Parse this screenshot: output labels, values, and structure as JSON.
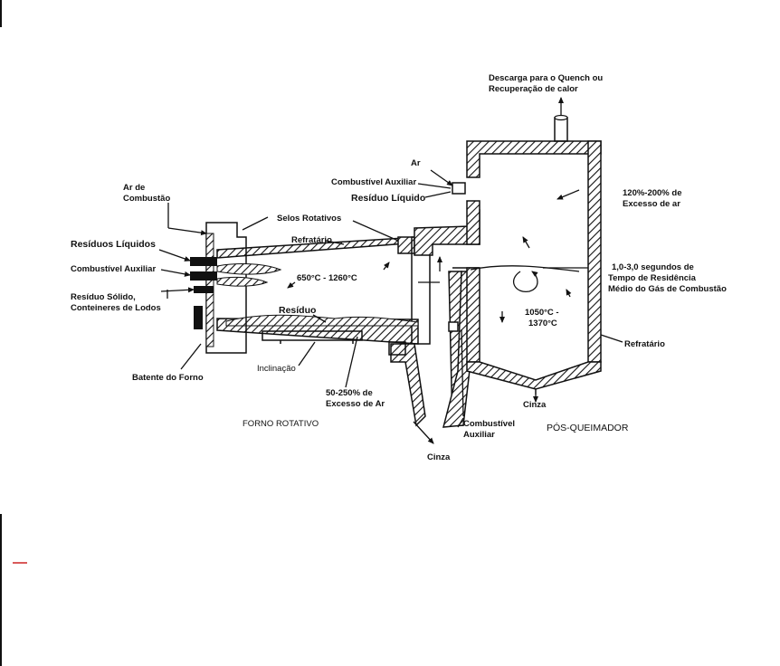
{
  "labels": {
    "descarga": [
      "Descarga para o Quench ou",
      "Recuperação de calor"
    ],
    "ar": "Ar",
    "combustivel_aux_top": "Combustível Auxiliar",
    "residuo_liquido_top": "Resíduo Líquido",
    "excesso_ar_top": [
      "120%-200% de",
      "Excesso de ar"
    ],
    "ar_combustao": [
      "Ar de",
      "Combustão"
    ],
    "selos_rotativos": "Selos Rotativos",
    "refratario_kiln": "Refratário",
    "residuos_liquidos": "Resíduos Líquidos",
    "combustivel_aux_left": "Combustível Auxiliar",
    "residuo_solido": [
      "Resíduo Sólido,",
      "Conteineres de Lodos"
    ],
    "temp_kiln": "650°C - 1260°C",
    "residuo": "Resíduo",
    "tempo_residencia": [
      "1,0-3,0 segundos de",
      "Tempo de Residência",
      "Médio do Gás de Combustão"
    ],
    "temp_post": [
      "1050°C -",
      "1370°C"
    ],
    "refratario_post": "Refratário",
    "batente": "Batente do Forno",
    "inclinacao": "Inclinação",
    "excesso_ar_bottom": [
      "50-250% de",
      "Excesso de Ar"
    ],
    "forno_rotativo": "FORNO ROTATIVO",
    "cinza_center": "Cinza",
    "combustivel_aux_bottom": [
      "Combustível",
      "Auxiliar"
    ],
    "pos_queimador": "PÓS-QUEIMADOR",
    "cinza_post": "Cinza"
  }
}
